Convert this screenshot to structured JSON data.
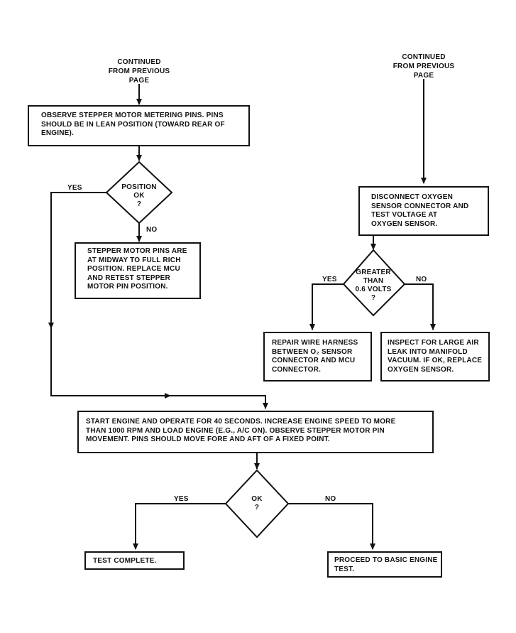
{
  "start_left": "CONTINUED\nFROM PREVIOUS\nPAGE",
  "start_right": "CONTINUED\nFROM PREVIOUS\nPAGE",
  "box_observe": "OBSERVE STEPPER MOTOR METERING PINS. PINS\nSHOULD BE IN LEAN POSITION (TOWARD REAR OF\nENGINE).",
  "diamond_position": "POSITION\nOK\n?",
  "label_yes_position": "YES",
  "label_no_position": "NO",
  "box_midway": "STEPPER MOTOR PINS ARE\nAT MIDWAY TO FULL RICH\nPOSITION. REPLACE MCU\nAND RETEST STEPPER\nMOTOR PIN POSITION.",
  "box_disconnect": "DISCONNECT OXYGEN\nSENSOR CONNECTOR AND\nTEST VOLTAGE AT\nOXYGEN SENSOR.",
  "diamond_greater": "GREATER\nTHAN\n0.6 VOLTS\n?",
  "label_yes_greater": "YES",
  "label_no_greater": "NO",
  "box_repair": "REPAIR WIRE HARNESS\nBETWEEN O₂ SENSOR\nCONNECTOR AND MCU\nCONNECTOR.",
  "box_inspect": "INSPECT FOR LARGE AIR\nLEAK INTO MANIFOLD\nVACUUM. IF OK, REPLACE\nOXYGEN SENSOR.",
  "box_start_engine": "START ENGINE AND OPERATE FOR 40 SECONDS. INCREASE ENGINE SPEED TO MORE\nTHAN 1000 RPM AND LOAD ENGINE (E.G., A/C ON). OBSERVE STEPPER MOTOR PIN\nMOVEMENT. PINS SHOULD MOVE FORE AND AFT OF A FIXED POINT.",
  "diamond_ok": "OK\n?",
  "label_yes_ok": "YES",
  "label_no_ok": "NO",
  "box_complete": "TEST COMPLETE.",
  "box_basic": "PROCEED TO BASIC ENGINE\nTEST."
}
